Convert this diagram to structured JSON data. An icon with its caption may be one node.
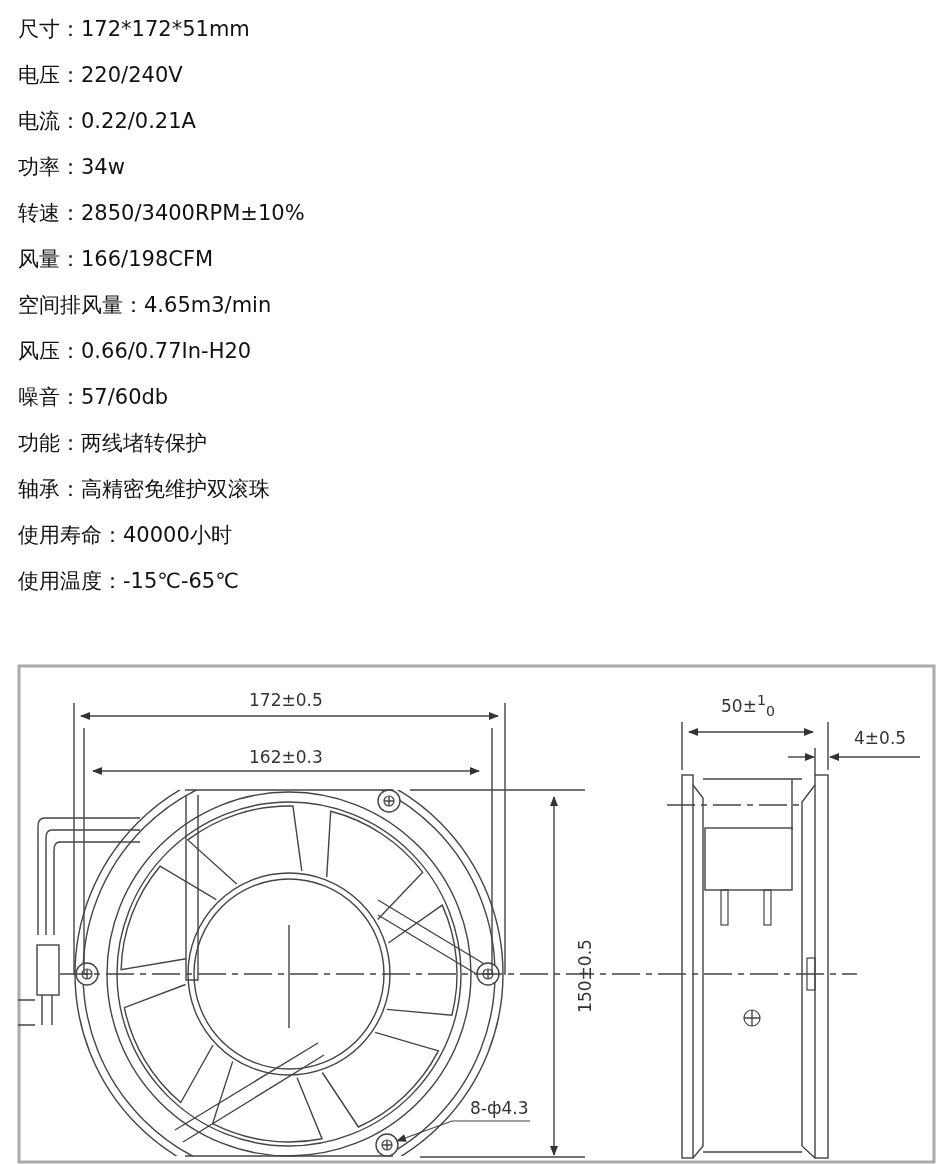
{
  "diagram": {
    "nodes": [
      {
        "text": [
          "8-ф4.3"
        ]
      },
      {
        "text": [],
        "shape": "circle"
      }
    ],
    "edges": [
      {
        "from": 0,
        "to": 1,
        "arrow": "to"
      }
    ],
    "labels": [
      "尺寸：172*172*51mm",
      "电压：220/240V",
      "电流：0.22/0.21A",
      "功率：34w",
      "转速：2850/3400RPM±10%",
      "风量：166/198CFM",
      "空间排风量：4.65m3/min",
      "风压：0.66/0.77In-H20",
      "噪音：57/60db",
      "功能：两线堵转保护",
      "轴承：高精密免维护双滚珠",
      "使用寿命：40000小时",
      "使用温度：-15℃-65℃",
      "172±0.5",
      "162±0.3",
      "50±$^{1}$$_{0}$",
      "4±0.5",
      "150±0.5"
    ]
  }
}
